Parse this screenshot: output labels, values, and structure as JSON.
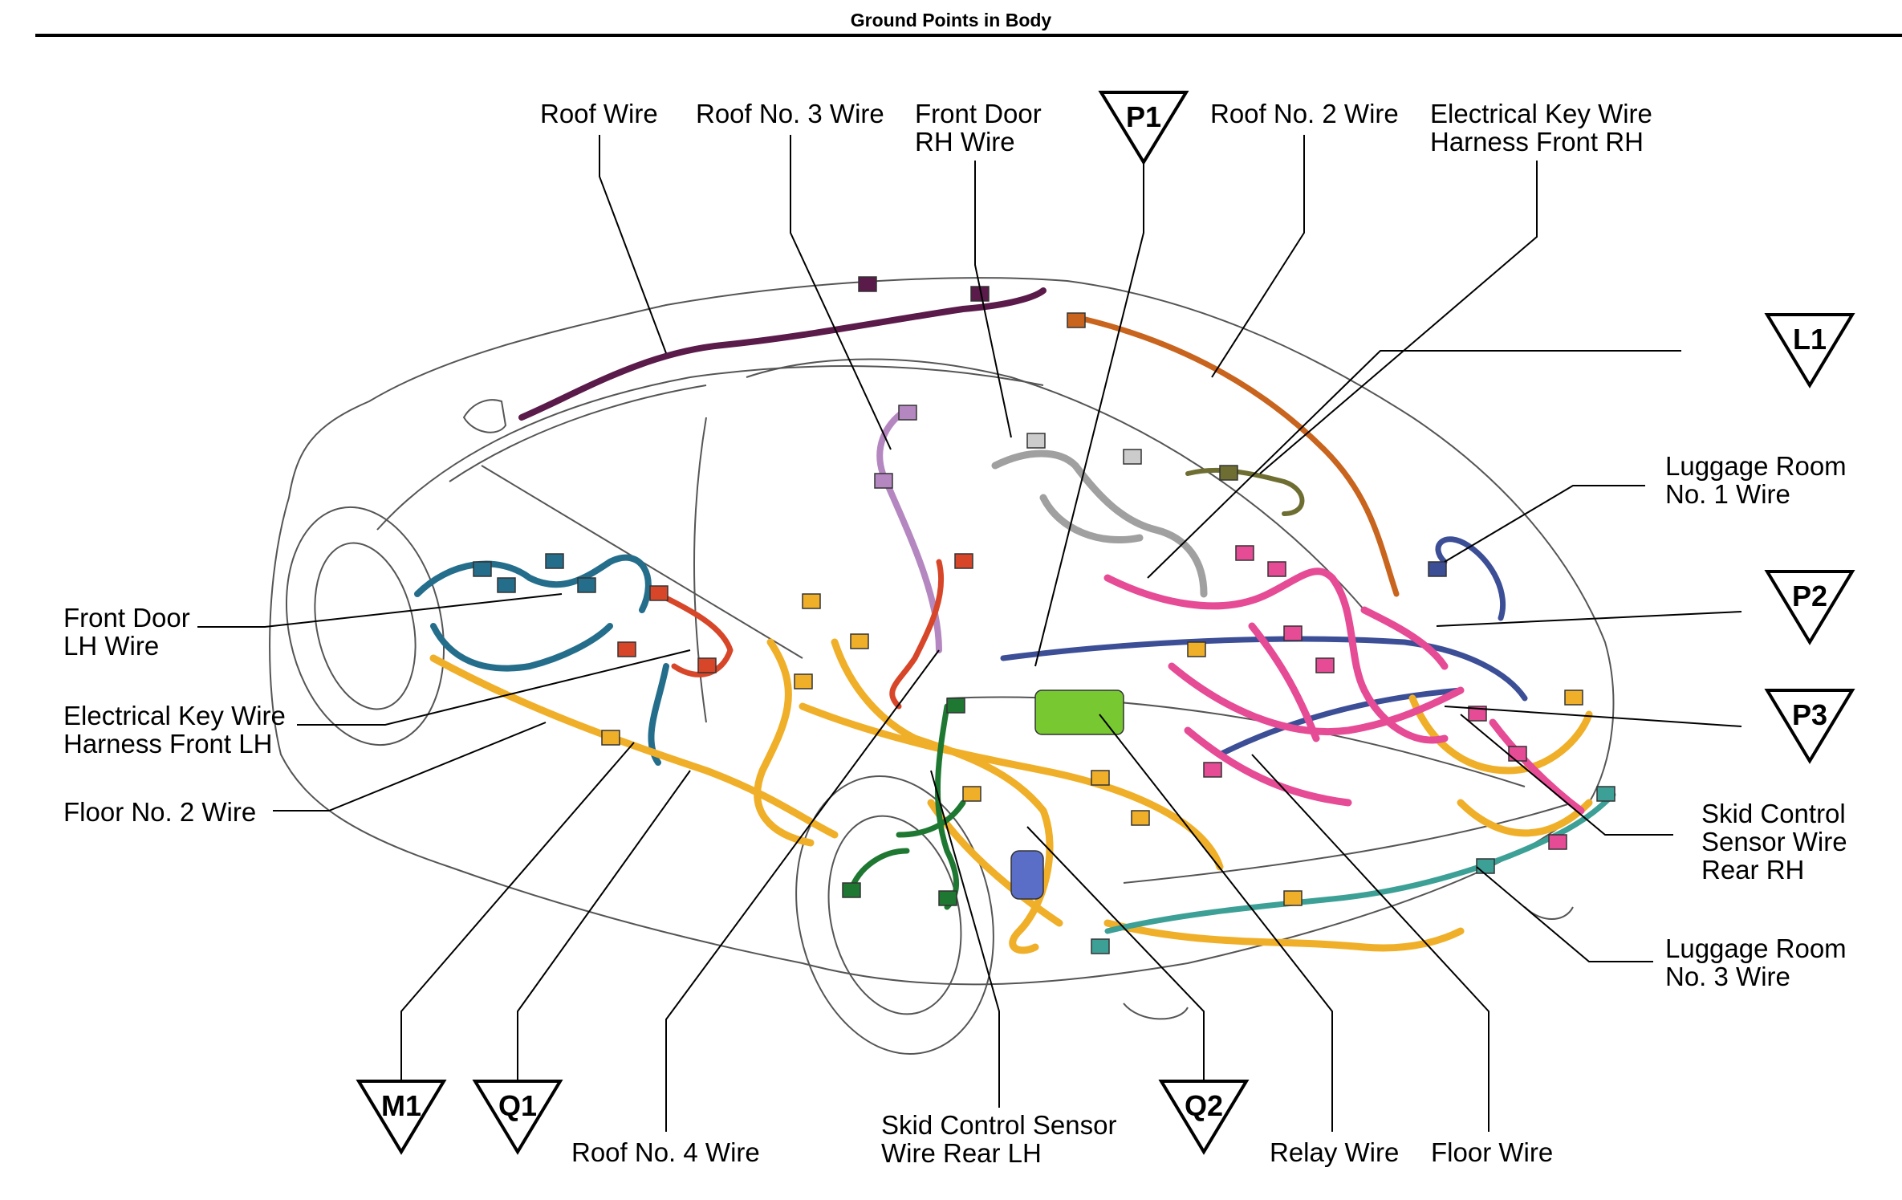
{
  "page_title": "Ground Points in Body",
  "labels": {
    "roof_wire": "Roof Wire",
    "roof_no3_wire": "Roof No. 3 Wire",
    "front_door_rh_wire": "Front Door\nRH Wire",
    "roof_no2_wire": "Roof No. 2 Wire",
    "electrical_key_wire_front_rh": "Electrical Key Wire\nHarness Front RH",
    "luggage_room_no1_wire": "Luggage Room\nNo. 1 Wire",
    "front_door_lh_wire": "Front Door\nLH Wire",
    "electrical_key_wire_front_lh": "Electrical Key Wire\nHarness Front LH",
    "floor_no2_wire": "Floor No. 2 Wire",
    "skid_control_sensor_wire_rear_rh": "Skid Control\nSensor Wire\nRear RH",
    "luggage_room_no3_wire": "Luggage Room\nNo. 3 Wire",
    "roof_no4_wire": "Roof No. 4 Wire",
    "skid_control_sensor_wire_rear_lh": "Skid Control Sensor\nWire Rear LH",
    "relay_wire": "Relay Wire",
    "floor_wire": "Floor Wire"
  },
  "ground_points": {
    "p1": "P1",
    "l1": "L1",
    "p2": "P2",
    "p3": "P3",
    "m1": "M1",
    "q1": "Q1",
    "q2": "Q2"
  },
  "colors": {
    "roof_wire": "#5a1a4a",
    "roof_no2_wire": "#c8641e",
    "roof_no3_wire": "#b487c0",
    "front_door_rh_wire": "#a0a0a0",
    "electrical_key_rh": "#6e6e32",
    "luggage_room_no1": "#3c4e96",
    "front_door_lh": "#246e8c",
    "electrical_key_lh": "#d74628",
    "floor_no2": "#f0af28",
    "floor_wire": "#e64b96",
    "skid_rear_lh": "#1e7832",
    "relay_block": "#78c832",
    "luggage_room_no3": "#3ca096",
    "car_outline": "#555555"
  }
}
